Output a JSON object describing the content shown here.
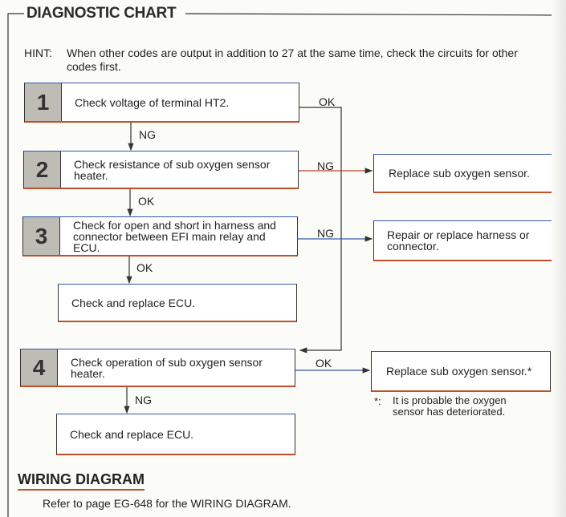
{
  "title": "DIAGNOSTIC CHART",
  "hint": {
    "label": "HINT:",
    "line1": "When other codes are output in addition to 27 at the same time, check the circuits for other",
    "line2": "codes first."
  },
  "steps": [
    {
      "number": "1",
      "text": "Check voltage of terminal HT2."
    },
    {
      "number": "2",
      "text": "Check resistance of sub oxygen sensor heater."
    },
    {
      "number": "3",
      "text": "Check for open and short in harness and connector between EFI main relay and ECU."
    },
    {
      "number": "4",
      "text": "Check operation of sub oxygen sensor heater."
    }
  ],
  "results": {
    "ecu_1": "Check and replace ECU.",
    "ecu_2": "Check and replace ECU.",
    "replace_sensor_1": "Replace sub oxygen sensor.",
    "repair_harness": "Repair or replace harness or connector.",
    "replace_sensor_2": "Replace sub oxygen sensor.*"
  },
  "branch_labels": {
    "s1_ok": "OK",
    "s1_ng": "NG",
    "s2_ng": "NG",
    "s2_ok": "OK",
    "s3_ng": "NG",
    "s3_ok": "OK",
    "s4_ok": "OK",
    "s4_ng": "NG"
  },
  "footnote": {
    "mark": "*:",
    "text": "It is probable the oxygen sensor has deteriorated."
  },
  "wiring": {
    "heading": "WIRING DIAGRAM",
    "text": "Refer to page EG-648 for the WIRING DIAGRAM."
  }
}
